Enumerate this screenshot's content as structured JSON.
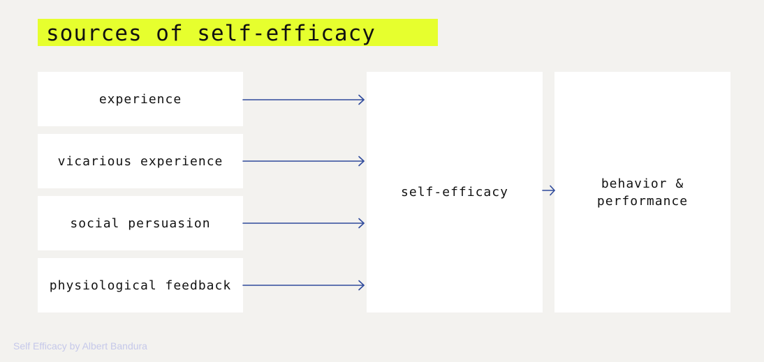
{
  "title": "sources of self-efficacy",
  "sources": [
    {
      "label": "experience"
    },
    {
      "label": "vicarious experience"
    },
    {
      "label": "social persuasion"
    },
    {
      "label": "physiological feedback"
    }
  ],
  "center": {
    "label": "self-efficacy"
  },
  "result": {
    "label": "behavior & performance"
  },
  "footer": "Self Efficacy by Albert Bandura",
  "colors": {
    "background": "#f3f2ef",
    "title_highlight": "#e6ff2e",
    "box": "#ffffff",
    "arrow": "#2f4a9c",
    "footer_text": "#c5c8ea"
  }
}
